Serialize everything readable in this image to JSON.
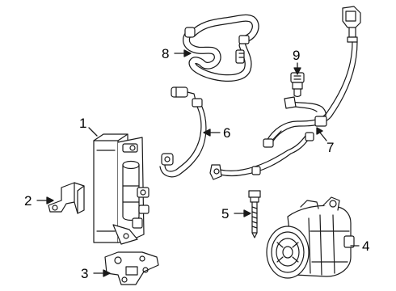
{
  "diagram": {
    "callouts": [
      {
        "id": "1",
        "label": "1"
      },
      {
        "id": "2",
        "label": "2"
      },
      {
        "id": "3",
        "label": "3"
      },
      {
        "id": "4",
        "label": "4"
      },
      {
        "id": "5",
        "label": "5"
      },
      {
        "id": "6",
        "label": "6"
      },
      {
        "id": "7",
        "label": "7"
      },
      {
        "id": "8",
        "label": "8"
      },
      {
        "id": "9",
        "label": "9"
      }
    ],
    "parts": [
      {
        "callout": "1",
        "icon": "condenser-receiver-drier-icon"
      },
      {
        "callout": "2",
        "icon": "mounting-bracket-icon"
      },
      {
        "callout": "3",
        "icon": "bracket-plate-icon"
      },
      {
        "callout": "4",
        "icon": "ac-compressor-icon"
      },
      {
        "callout": "5",
        "icon": "bolt-icon"
      },
      {
        "callout": "6",
        "icon": "refrigerant-hose-icon"
      },
      {
        "callout": "7",
        "icon": "suction-discharge-line-icon"
      },
      {
        "callout": "8",
        "icon": "hose-assembly-icon"
      },
      {
        "callout": "9",
        "icon": "pressure-switch-icon"
      }
    ],
    "line_color": "#1a1a1a"
  }
}
